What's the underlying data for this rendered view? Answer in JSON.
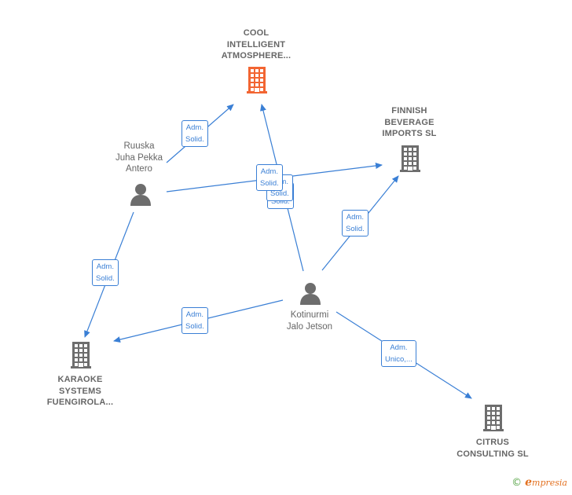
{
  "colors": {
    "edge": "#3a7fd5",
    "company_highlight": "#f26532",
    "company": "#6d6d6d",
    "person": "#6d6d6d",
    "label_text": "#666666",
    "brand_orange": "#e37222",
    "brand_green": "#58a548"
  },
  "nodes": {
    "cool": {
      "label": "COOL\nINTELLIGENT\nATMOSPHERE...",
      "kind": "company",
      "icon": "building-icon",
      "highlight": true
    },
    "finnish": {
      "label": "FINNISH\nBEVERAGE\nIMPORTS SL",
      "kind": "company",
      "icon": "building-icon"
    },
    "karaoke": {
      "label": "KARAOKE\nSYSTEMS\nFUENGIROLA...",
      "kind": "company",
      "icon": "building-icon"
    },
    "citrus": {
      "label": "CITRUS\nCONSULTING SL",
      "kind": "company",
      "icon": "building-icon"
    },
    "ruuska": {
      "label": "Ruuska\nJuha Pekka\nAntero",
      "kind": "person",
      "icon": "person-icon"
    },
    "kotinurmi": {
      "label": "Kotinurmi\nJalo Jetson",
      "kind": "person",
      "icon": "person-icon"
    }
  },
  "edges": [
    {
      "from": "ruuska",
      "to": "cool",
      "label": "Adm.\nSolid."
    },
    {
      "from": "ruuska",
      "to": "finnish",
      "label": "Adm.\nSolid."
    },
    {
      "from": "ruuska",
      "to": "karaoke",
      "label": "Adm.\nSolid."
    },
    {
      "from": "kotinurmi",
      "to": "cool",
      "label": "Adm.\nSolid."
    },
    {
      "from": "kotinurmi",
      "to": "finnish",
      "label": "Adm.\nSolid."
    },
    {
      "from": "kotinurmi",
      "to": "karaoke",
      "label": "Adm.\nSolid."
    },
    {
      "from": "kotinurmi",
      "to": "citrus",
      "label": "Adm.\nUnico,..."
    }
  ],
  "brand": {
    "copyright_symbol": "©",
    "name_initial": "e",
    "name_rest": "mpresia"
  }
}
